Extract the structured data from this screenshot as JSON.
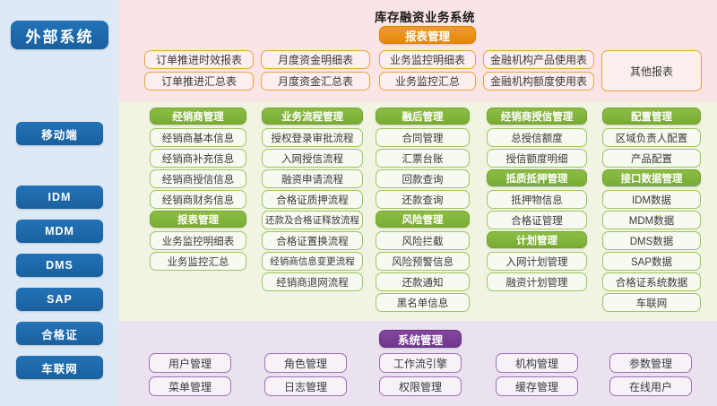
{
  "system_title": "库存融资业务系统",
  "sidebar": {
    "title": "外部系统",
    "items": [
      {
        "label": "移动端"
      },
      {
        "label": "IDM"
      },
      {
        "label": "MDM"
      },
      {
        "label": "DMS"
      },
      {
        "label": "SAP"
      },
      {
        "label": "合格证"
      },
      {
        "label": "车联网"
      }
    ]
  },
  "report_panel": {
    "accent": "#eb9019",
    "header": "报表管理",
    "columns": [
      {
        "items": [
          "订单推进时效报表",
          "订单推进汇总表"
        ]
      },
      {
        "items": [
          "月度资金明细表",
          "月度资金汇总表"
        ]
      },
      {
        "items": [
          "业务监控明细表",
          "业务监控汇总"
        ]
      },
      {
        "items": [
          "金融机构产品使用表",
          "金融机构额度使用表"
        ]
      },
      {
        "items": [
          "其他报表"
        ]
      }
    ]
  },
  "core_panel": {
    "accent": "#84b43c",
    "columns": [
      {
        "groups": [
          {
            "header": "经销商管理",
            "items": [
              "经销商基本信息",
              "经销商补充信息",
              "经销商授信信息",
              "经销商财务信息"
            ]
          },
          {
            "header": "报表管理",
            "items": [
              "业务监控明细表",
              "业务监控汇总"
            ]
          }
        ]
      },
      {
        "groups": [
          {
            "header": "业务流程管理",
            "items": [
              "授权登录审批流程",
              "入网授信流程",
              "融资申请流程",
              "合格证质押流程",
              "还款及合格证释放流程",
              "合格证置换流程",
              "经销商信息变更流程",
              "经销商退网流程"
            ]
          }
        ]
      },
      {
        "groups": [
          {
            "header": "融后管理",
            "items": [
              "合同管理",
              "汇票台账",
              "回款查询",
              "还款查询"
            ]
          },
          {
            "header": "风险管理",
            "items": [
              "风险拦截",
              "风险预警信息",
              "还款通知",
              "黑名单信息"
            ]
          }
        ]
      },
      {
        "groups": [
          {
            "header": "经销商授信管理",
            "items": [
              "总授信额度",
              "授信额度明细"
            ]
          },
          {
            "header": "抵质抵押管理",
            "items": [
              "抵押物信息",
              "合格证管理"
            ]
          },
          {
            "header": "计划管理",
            "items": [
              "入网计划管理",
              "融资计划管理"
            ]
          }
        ]
      },
      {
        "groups": [
          {
            "header": "配置管理",
            "items": [
              "区域负责人配置",
              "产品配置"
            ]
          },
          {
            "header": "接口数据管理",
            "items": [
              "IDM数据",
              "MDM数据",
              "DMS数据",
              "SAP数据",
              "合格证系统数据",
              "车联网"
            ]
          }
        ]
      }
    ]
  },
  "system_panel": {
    "accent": "#7b3f98",
    "header": "系统管理",
    "columns": [
      {
        "items": [
          "用户管理",
          "菜单管理"
        ]
      },
      {
        "items": [
          "角色管理",
          "日志管理"
        ]
      },
      {
        "items": [
          "工作流引擎",
          "权限管理"
        ]
      },
      {
        "items": [
          "机构管理",
          "缓存管理"
        ]
      },
      {
        "items": [
          "参数管理",
          "在线用户"
        ]
      }
    ]
  }
}
